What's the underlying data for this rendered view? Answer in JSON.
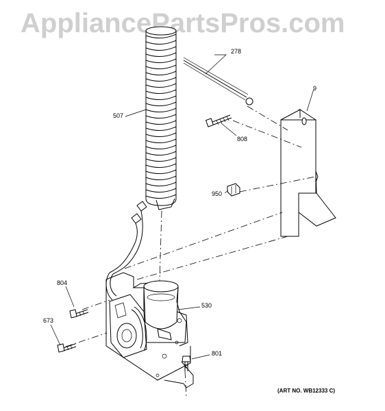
{
  "watermark": "AppliancePartsPros.com",
  "art_number": "(ART NO. WB12333 C)",
  "callouts": [
    {
      "id": "507"
    },
    {
      "id": "278"
    },
    {
      "id": "9"
    },
    {
      "id": "808"
    },
    {
      "id": "950"
    },
    {
      "id": "804"
    },
    {
      "id": "530"
    },
    {
      "id": "673"
    },
    {
      "id": "801"
    }
  ]
}
